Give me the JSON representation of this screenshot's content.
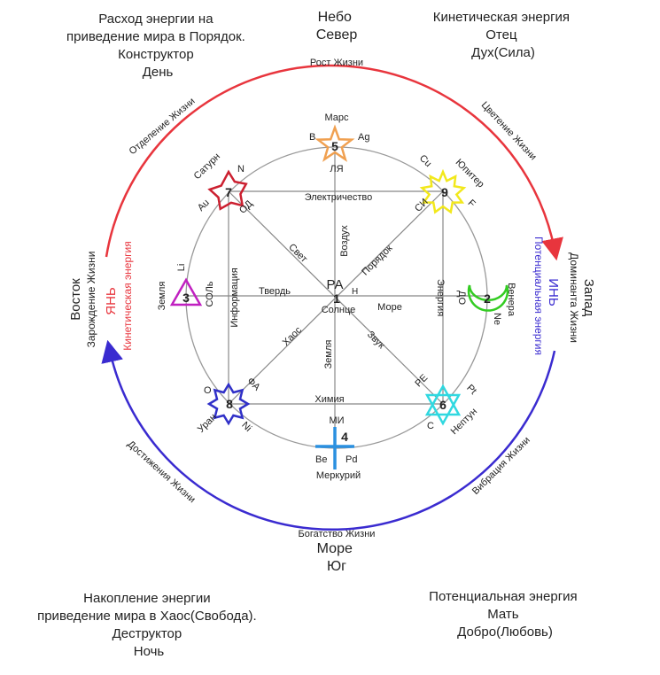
{
  "corners": {
    "top_left": [
      "Расход энергии на",
      "приведение мира в Порядок.",
      "Конструктор",
      "День"
    ],
    "top_center": [
      "Небо",
      "Север"
    ],
    "top_right": [
      "Кинетическая энергия",
      "Отец",
      "Дух(Сила)"
    ],
    "bottom_left": [
      "Накопление энергии",
      "приведение мира в Хаос(Свобода).",
      "Деструктор",
      "Ночь"
    ],
    "bottom_center": [
      "Море",
      "Юг"
    ],
    "bottom_right": [
      "Потенциальная энергия",
      "Мать",
      "Добро(Любовь)"
    ]
  },
  "arcs": {
    "top": "Рост Жизни",
    "top_left": "Отделение Жизни",
    "top_right": "Цветение Жизни",
    "bottom": "Богатство Жизни",
    "bottom_left": "Достижения Жизни",
    "bottom_right": "Вибрация Жизни"
  },
  "sides": {
    "east": "Восток",
    "east_sub": "Зарождение Жизни",
    "yan": "ЯНЬ",
    "yan_sub": "Кинетическая энергия",
    "west": "Запад",
    "west_sub": "Доминанта Жизни",
    "yin": "ИНЬ",
    "yin_sub": "Потенциальная энергия"
  },
  "center": {
    "ra": "РА",
    "num": "1",
    "sun": "Солнце",
    "h": "Н"
  },
  "nodes": {
    "mars": {
      "num": "5",
      "name": "Марс",
      "b": "B",
      "ag": "Ag",
      "note": "ЛЯ"
    },
    "jupiter": {
      "num": "9",
      "name": "Юпитер",
      "cu": "Cu",
      "f": "F",
      "note": "СИ"
    },
    "saturn": {
      "num": "7",
      "name": "Сатурн",
      "n": "N",
      "au": "Au",
      "note": "ОД"
    },
    "earth": {
      "num": "3",
      "name": "Земля",
      "li": "Li",
      "note": "СОЛь"
    },
    "venus": {
      "num": "2",
      "name": "Венера",
      "ne": "Ne",
      "note": "ДО"
    },
    "uranus": {
      "num": "8",
      "name": "Уран",
      "o": "O",
      "ni": "Ni",
      "note": "ФА"
    },
    "neptune": {
      "num": "6",
      "name": "Нептун",
      "pt": "Pt",
      "c": "C",
      "note": "РЕ"
    },
    "mercury": {
      "num": "4",
      "name": "Меркурий",
      "be": "Be",
      "pd": "Pd",
      "note": "МИ"
    }
  },
  "lines": {
    "electricity": "Электричество",
    "chemistry": "Химия",
    "hardness": "Твердь",
    "sea": "Море",
    "air": "Воздух",
    "earth": "Земля",
    "light": "Свет",
    "order": "Порядок",
    "chaos": "Хаос",
    "sound": "Звук",
    "information": "Информация",
    "energy": "Энергия"
  },
  "colors": {
    "red_arc": "#e8353d",
    "blue_arc": "#3a2bd0",
    "mars": "#f0a050",
    "jupiter": "#f2e81c",
    "saturn": "#cc2030",
    "earth": "#c020c0",
    "venus": "#33cc22",
    "uranus": "#3030c8",
    "neptune": "#30d8e0",
    "mercury": "#2a90e0"
  }
}
